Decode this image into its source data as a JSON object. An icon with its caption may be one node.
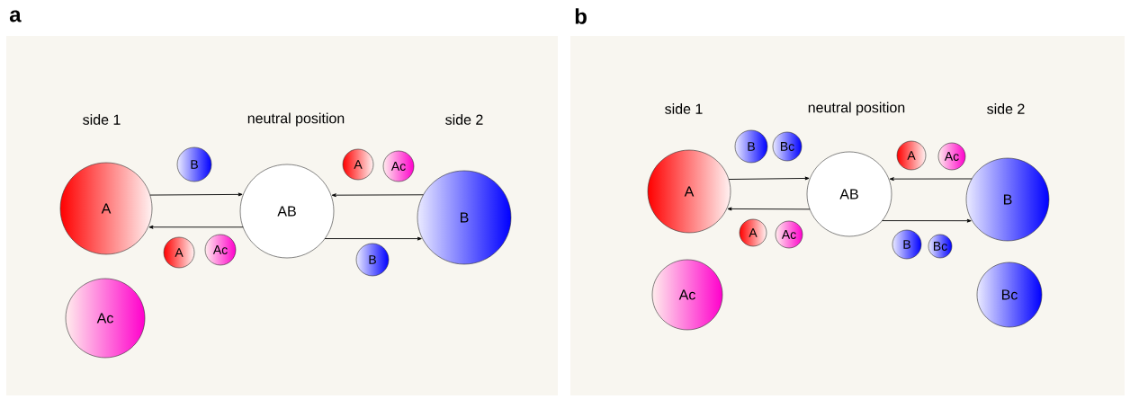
{
  "diagram": {
    "nodes": [
      {
        "text": [
          "A"
        ]
      },
      {
        "text": [
          "B"
        ]
      },
      {
        "text": [
          "AB"
        ]
      },
      {
        "text": [
          "A"
        ]
      },
      {
        "text": [
          "Ac"
        ]
      },
      {
        "text": [
          "B"
        ]
      },
      {
        "text": [
          "A"
        ]
      },
      {
        "text": [
          "Ac"
        ]
      },
      {
        "text": [
          "B"
        ]
      },
      {
        "text": [
          "Ac"
        ]
      },
      {
        "text": [
          "A"
        ]
      },
      {
        "text": [
          "B"
        ]
      },
      {
        "text": [
          "Bc"
        ]
      },
      {
        "text": [
          "AB"
        ]
      },
      {
        "text": [
          "A"
        ]
      },
      {
        "text": [
          "Ac"
        ]
      },
      {
        "text": [
          "B"
        ]
      },
      {
        "text": [
          "A"
        ]
      },
      {
        "text": [
          "Ac"
        ]
      },
      {
        "text": [
          "B"
        ]
      },
      {
        "text": [
          "Bc"
        ]
      },
      {
        "text": [
          "Ac"
        ]
      },
      {
        "text": [
          "Bc"
        ]
      }
    ],
    "edges": [
      {
        "from": 0,
        "to": 2,
        "arrow": "to"
      },
      {
        "from": 2,
        "to": 0,
        "arrow": "to"
      },
      {
        "from": 5,
        "to": 2,
        "arrow": "to"
      },
      {
        "from": 2,
        "to": 5,
        "arrow": "to"
      },
      {
        "from": 10,
        "to": 13,
        "arrow": "to"
      },
      {
        "from": 13,
        "to": 10,
        "arrow": "to"
      },
      {
        "from": 16,
        "to": 13,
        "arrow": "to"
      },
      {
        "from": 13,
        "to": 16,
        "arrow": "to"
      }
    ],
    "labels": [
      "a",
      "side 1",
      "neutral position",
      "side 2",
      "b",
      "side 1",
      "neutral position",
      "side 2"
    ]
  }
}
